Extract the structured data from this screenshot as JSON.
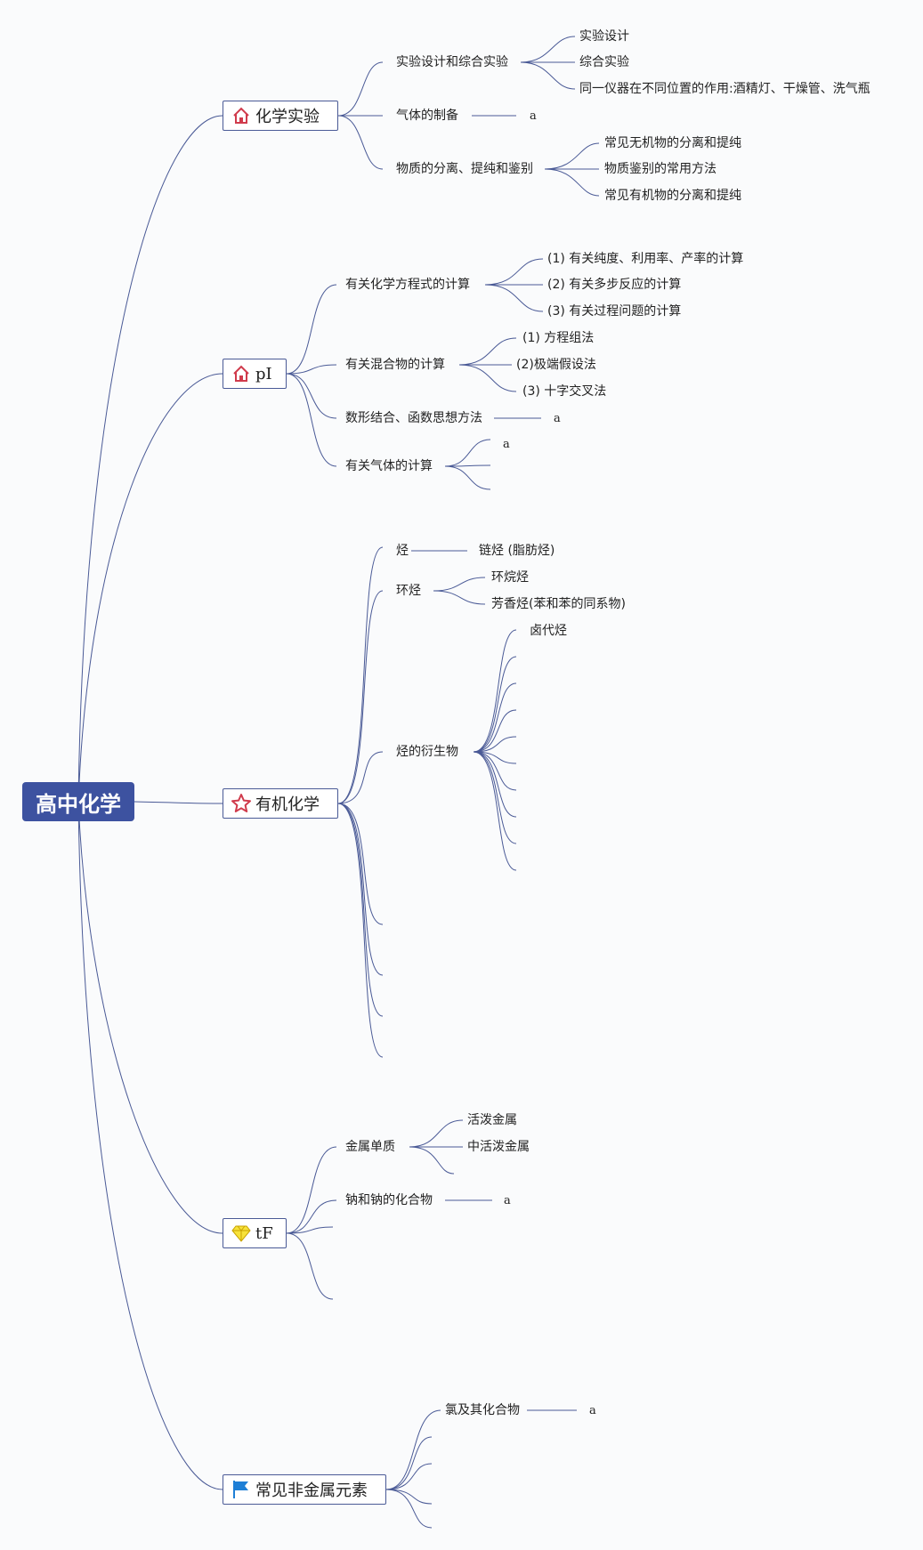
{
  "root": {
    "label": "高中化学"
  },
  "branches": [
    {
      "label": "化学实验",
      "icon": "house-icon",
      "children": [
        {
          "label": "实验设计和综合实验",
          "children": [
            "实验设计",
            "综合实验",
            "同一仪器在不同位置的作用:酒精灯、干燥管、洗气瓶"
          ]
        },
        {
          "label": "气体的制备",
          "children": [
            "a"
          ]
        },
        {
          "label": "物质的分离、提纯和鉴别",
          "children": [
            "常见无机物的分离和提纯",
            "物质鉴别的常用方法",
            "常见有机物的分离和提纯"
          ]
        }
      ]
    },
    {
      "label": "pI",
      "icon": "house-icon",
      "children": [
        {
          "label": "有关化学方程式的计算",
          "children": [
            "(1) 有关纯度、利用率、产率的计算",
            "(2) 有关多步反应的计算",
            "(3) 有关过程问题的计算"
          ]
        },
        {
          "label": "有关混合物的计算",
          "children": [
            "(1) 方程组法",
            "(2)极端假设法",
            "(3) 十字交叉法"
          ]
        },
        {
          "label": "数形结合、函数思想方法",
          "children": [
            "a"
          ]
        },
        {
          "label": "有关气体的计算",
          "children": [
            "a",
            "",
            ""
          ]
        }
      ]
    },
    {
      "label": "有机化学",
      "icon": "star-icon",
      "children": [
        {
          "label": "烃",
          "children": [
            "链烃 (脂肪烃)"
          ]
        },
        {
          "label": "环烃",
          "children": [
            "环烷烃",
            "芳香烃(苯和苯的同系物)"
          ]
        },
        {
          "label": "烃的衍生物",
          "children": [
            "卤代烃",
            "",
            "",
            "",
            "",
            "",
            "",
            "",
            "",
            ""
          ]
        },
        {
          "label": ""
        },
        {
          "label": ""
        },
        {
          "label": ""
        },
        {
          "label": ""
        }
      ]
    },
    {
      "label": "tF",
      "icon": "diamond-icon",
      "children": [
        {
          "label": "金属单质",
          "children": [
            "活泼金属",
            "中活泼金属",
            ""
          ]
        },
        {
          "label": "钠和钠的化合物",
          "children": [
            "a"
          ]
        },
        {
          "label": ""
        },
        {
          "label": ""
        }
      ]
    },
    {
      "label": "常见非金属元素",
      "icon": "flag-icon",
      "children": [
        {
          "label": "氯及其化合物",
          "children": [
            "a"
          ]
        },
        {
          "label": ""
        },
        {
          "label": ""
        },
        {
          "label": ""
        },
        {
          "label": ""
        }
      ]
    }
  ]
}
